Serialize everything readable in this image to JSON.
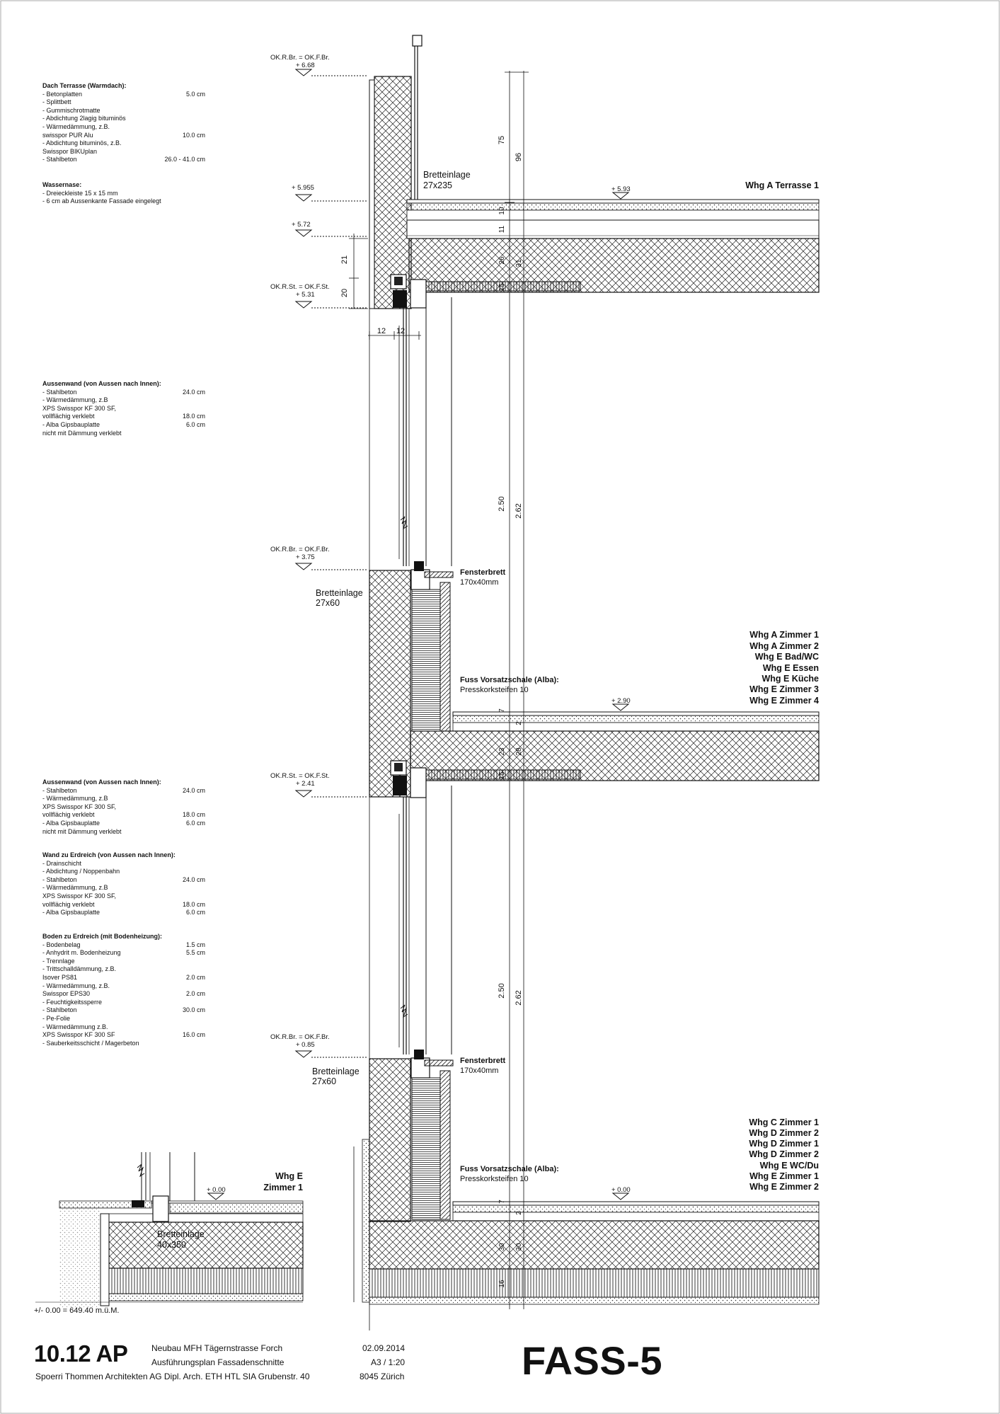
{
  "specs": [
    {
      "title": "Dach Terrasse (Warmdach):",
      "rows": [
        {
          "name": "- Betonplatten",
          "value": "5.0 cm"
        },
        {
          "name": "- Splittbett",
          "value": ""
        },
        {
          "name": "- Gummischrotmatte",
          "value": ""
        },
        {
          "name": "- Abdichtung 2lagig bituminös",
          "value": ""
        },
        {
          "name": "- Wärmedämmung, z.B.",
          "value": ""
        },
        {
          "name": "  swisspor PUR Alu",
          "value": "10.0 cm"
        },
        {
          "name": "- Abdichtung bituminös, z.B.",
          "value": ""
        },
        {
          "name": "  Swisspor BIKUplan",
          "value": ""
        },
        {
          "name": "- Stahlbeton",
          "value": "26.0 - 41.0 cm"
        }
      ]
    },
    {
      "title": "Wassernase:",
      "rows": [
        {
          "name": "- Dreieckleiste 15 x 15 mm",
          "value": ""
        },
        {
          "name": "- 6 cm ab Aussenkante Fassade eingelegt",
          "value": ""
        }
      ]
    },
    {
      "title": "Aussenwand (von Aussen nach Innen):",
      "rows": [
        {
          "name": "- Stahlbeton",
          "value": "24.0 cm"
        },
        {
          "name": "- Wärmedämmung, z.B",
          "value": ""
        },
        {
          "name": "  XPS Swisspor KF 300 SF,",
          "value": ""
        },
        {
          "name": "  vollflächig verklebt",
          "value": "18.0 cm"
        },
        {
          "name": "- Alba Gipsbauplatte",
          "value": "6.0 cm"
        },
        {
          "name": "  nicht mit Dämmung verklebt",
          "value": ""
        }
      ]
    },
    {
      "title": "Aussenwand (von Aussen nach Innen):",
      "rows": [
        {
          "name": "- Stahlbeton",
          "value": "24.0 cm"
        },
        {
          "name": "- Wärmedämmung, z.B",
          "value": ""
        },
        {
          "name": "  XPS Swisspor KF 300 SF,",
          "value": ""
        },
        {
          "name": "  vollflächig verklebt",
          "value": "18.0 cm"
        },
        {
          "name": "- Alba Gipsbauplatte",
          "value": "6.0 cm"
        },
        {
          "name": "  nicht mit Dämmung verklebt",
          "value": ""
        }
      ]
    },
    {
      "title": "Wand zu Erdreich (von Aussen nach Innen):",
      "rows": [
        {
          "name": "- Drainschicht",
          "value": ""
        },
        {
          "name": "- Abdichtung / Noppenbahn",
          "value": ""
        },
        {
          "name": "- Stahlbeton",
          "value": "24.0 cm"
        },
        {
          "name": "- Wärmedämmung, z.B",
          "value": ""
        },
        {
          "name": "  XPS Swisspor KF 300 SF,",
          "value": ""
        },
        {
          "name": "  vollflächig verklebt",
          "value": "18.0 cm"
        },
        {
          "name": "- Alba Gipsbauplatte",
          "value": "6.0 cm"
        }
      ]
    },
    {
      "title": "Boden zu Erdreich (mit Bodenheizung):",
      "rows": [
        {
          "name": "- Bodenbelag",
          "value": "1.5 cm"
        },
        {
          "name": "- Anhydrit m. Bodenheizung",
          "value": "5.5 cm"
        },
        {
          "name": "- Trennlage",
          "value": ""
        },
        {
          "name": "- Trittschalldämmung, z.B.",
          "value": ""
        },
        {
          "name": "  Isover PS81",
          "value": "2.0 cm"
        },
        {
          "name": "- Wärmedämmung, z.B.",
          "value": ""
        },
        {
          "name": "  Swisspor EPS30",
          "value": "2.0 cm"
        },
        {
          "name": "- Feuchtigkeitssperre",
          "value": ""
        },
        {
          "name": "- Stahlbeton",
          "value": "30.0 cm"
        },
        {
          "name": "- Pe-Folie",
          "value": ""
        },
        {
          "name": "- Wärmedämmung z.B.",
          "value": ""
        },
        {
          "name": "  XPS Swisspor KF 300 SF",
          "value": "16.0 cm"
        },
        {
          "name": "- Sauberkeitsschicht / Magerbeton",
          "value": ""
        }
      ]
    }
  ],
  "levels": {
    "l1_label": "OK.R.Br. = OK.F.Br.",
    "l1_value": "+ 6.68",
    "l2_value": "+ 5.955",
    "l3_value": "+ 5.72",
    "l4_label": "OK.R.St. = OK.F.St.",
    "l4_value": "+ 5.31",
    "l5_label": "OK.R.Br. = OK.F.Br.",
    "l5_value": "+ 3.75",
    "l6_label": "OK.R.St. = OK.F.St.",
    "l6_value": "+ 2.41",
    "l7_label": "OK.R.Br. = OK.F.Br.",
    "l7_value": "+ 0.85",
    "floor_top": "+ 5.93",
    "floor_mid": "+ 2.90",
    "floor_bottom": "+ 0.00",
    "floor_detail": "+ 0.00",
    "base_ref": "+/- 0.00 = 649.40 m.ü.M."
  },
  "dims": {
    "d21": "21",
    "d20": "20",
    "d12a": "12",
    "d12b": "12",
    "d75": "75",
    "d96": "96",
    "d10": "10",
    "d11": "11",
    "d26": "26",
    "d31": "31",
    "d15a": "15",
    "d250a": "2.50",
    "d262a": "2.62",
    "d7a": "7",
    "d2a": "2",
    "d23": "23",
    "d28": "28",
    "d15b": "15",
    "d250b": "2.50",
    "d262b": "2.62",
    "d7b": "7",
    "d2b": "2",
    "d30a": "30",
    "d30b": "30",
    "d16": "16"
  },
  "annotations": {
    "brett_top": "Bretteinlage",
    "brett_top_size": "27x235",
    "brett_mid": "Bretteinlage",
    "brett_mid_size": "27x60",
    "brett_low": "Bretteinlage",
    "brett_low_size": "27x60",
    "brett_detail": "Bretteinlage",
    "brett_detail_size": "40x350",
    "fenster1": "Fensterbrett",
    "fenster1_size": "170x40mm",
    "fenster2": "Fensterbrett",
    "fenster2_size": "170x40mm",
    "fuss1": "Fuss Vorsatzschale (Alba):",
    "fuss1_sub": "Presskorksteifen 10",
    "fuss2": "Fuss Vorsatzschale (Alba):",
    "fuss2_sub": "Presskorksteifen 10"
  },
  "rooms": {
    "top": [
      "Whg A Terrasse 1"
    ],
    "mid": [
      "Whg A Zimmer 1",
      "Whg A Zimmer 2",
      "Whg E Bad/WC",
      "Whg E Essen",
      "Whg E Küche",
      "Whg E Zimmer 3",
      "Whg E Zimmer 4"
    ],
    "low": [
      "Whg C Zimmer 1",
      "Whg D Zimmer 2",
      "Whg D Zimmer 1",
      "Whg D Zimmer 2",
      "Whg E WC/Du",
      "Whg E Zimmer 1",
      "Whg E Zimmer 2"
    ],
    "detail": [
      "Whg E",
      "Zimmer 1"
    ]
  },
  "titleblock": {
    "number": "10.12 AP",
    "project": "Neubau MFH Tägernstrasse Forch",
    "plan": "Ausführungsplan Fassadenschnitte",
    "office": "Spoerri Thommen Architekten AG Dipl. Arch. ETH HTL SIA Grubenstr. 40",
    "date": "02.09.2014",
    "format": "A3 / 1:20",
    "city": "8045 Zürich",
    "code": "FASS-5"
  }
}
